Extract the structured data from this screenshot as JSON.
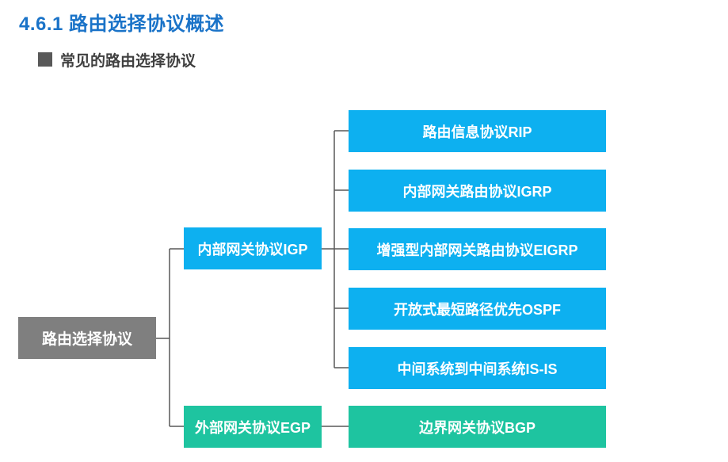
{
  "header": {
    "title": "4.6.1 路由选择协议概述",
    "subtitle": "常见的路由选择协议"
  },
  "diagram": {
    "root": {
      "label": "路由选择协议",
      "color": "#7f7f7f"
    },
    "branches": [
      {
        "label": "内部网关协议IGP",
        "color": "#0db0f0",
        "children": [
          {
            "label": "路由信息协议RIP"
          },
          {
            "label": "内部网关路由协议IGRP"
          },
          {
            "label": "增强型内部网关路由协议EIGRP"
          },
          {
            "label": "开放式最短路径优先OSPF"
          },
          {
            "label": "中间系统到中间系统IS-IS"
          }
        ]
      },
      {
        "label": "外部网关协议EGP",
        "color": "#1ec4a0",
        "children": [
          {
            "label": "边界网关协议BGP"
          }
        ]
      }
    ]
  }
}
